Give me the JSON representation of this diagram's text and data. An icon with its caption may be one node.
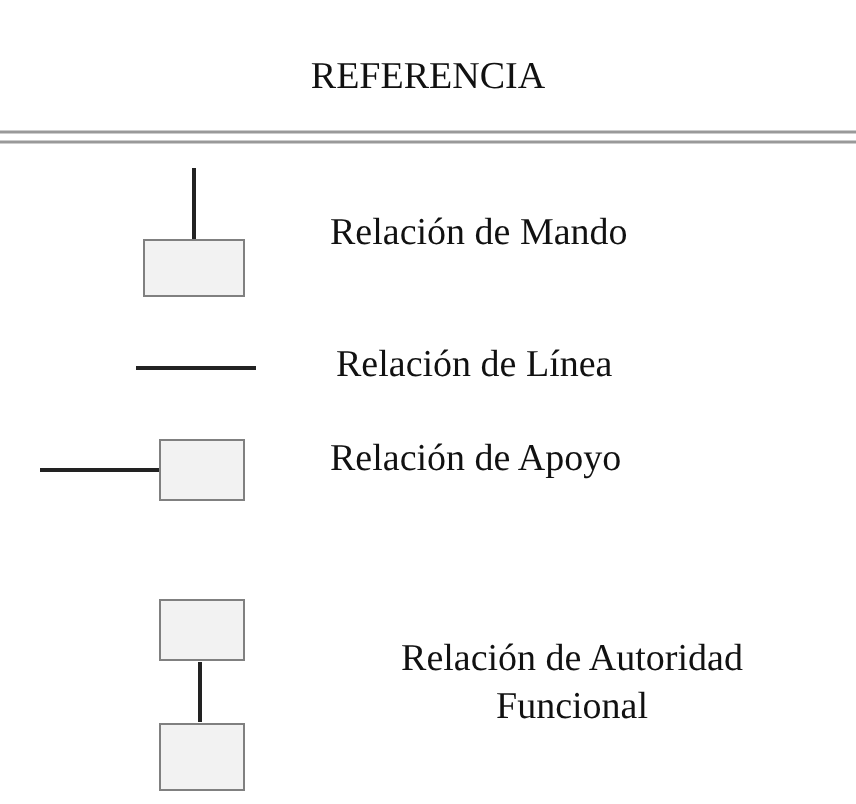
{
  "diagram": {
    "title": "REFERENCIA",
    "legend": [
      {
        "text": "Relación de Mando"
      },
      {
        "text": "Relación de Línea"
      },
      {
        "text": "Relación de Apoyo"
      },
      {
        "text": "Relación de Autoridad Funcional"
      }
    ]
  }
}
